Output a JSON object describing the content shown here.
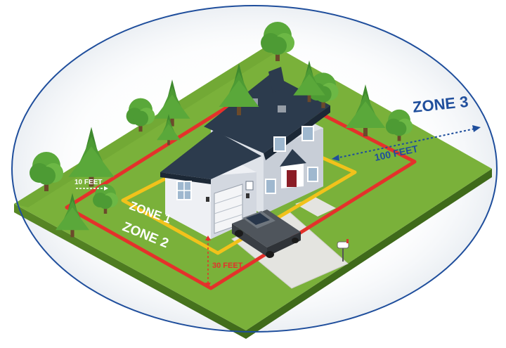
{
  "labels": {
    "zone1": "ZONE 1",
    "zone2": "ZONE 2",
    "zone3": "ZONE 3",
    "dist_10": "10 FEET",
    "dist_30": "30 FEET",
    "dist_100": "100 FEET"
  },
  "colors": {
    "zone1_line": "#f2c21b",
    "zone2_line": "#e4312b",
    "zone3_ellipse": "#1f4e9c",
    "lawn": "#7ab13a",
    "soil": "#4f7a22",
    "roof": "#2c3b4d",
    "house_wall": "#e6e9ee"
  },
  "icons": [
    "pine-tree-icon",
    "deciduous-tree-icon",
    "pickup-truck-icon",
    "mailbox-icon",
    "house-icon"
  ]
}
